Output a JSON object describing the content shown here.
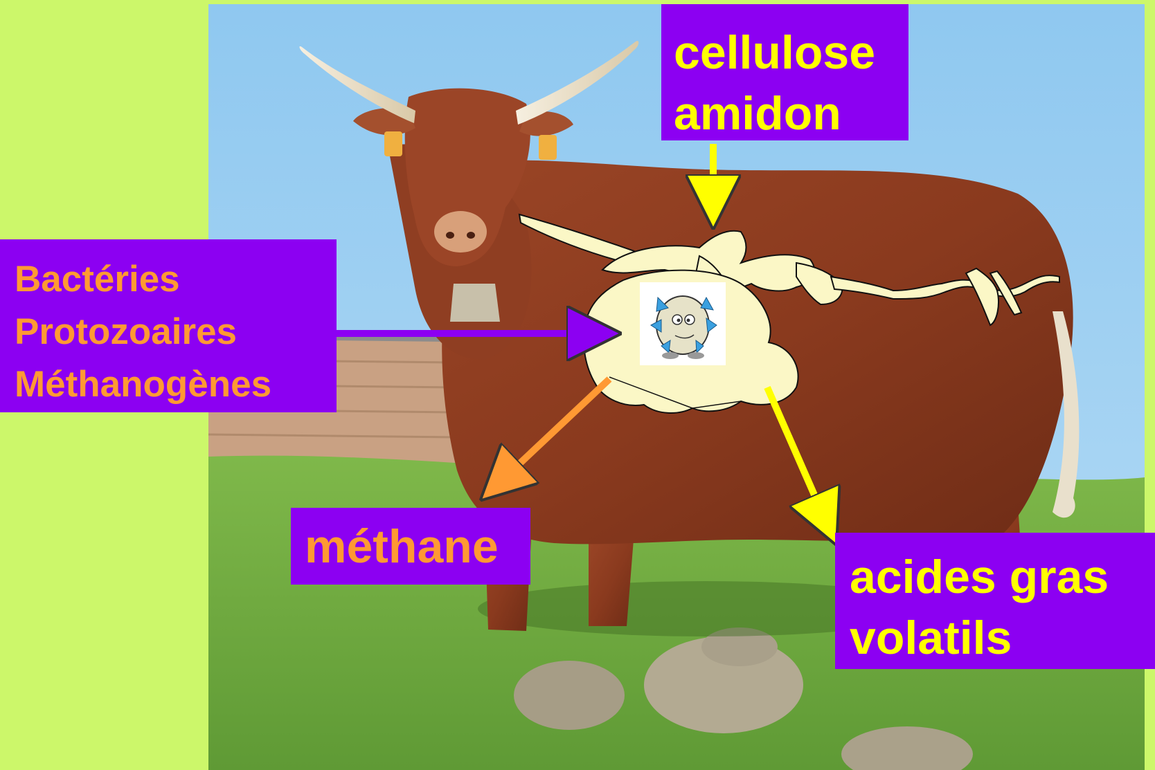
{
  "labels": {
    "substrates": {
      "lines": [
        "cellulose",
        "amidon"
      ],
      "text_color": "#ffff00"
    },
    "microbes": {
      "lines": [
        "Bactéries",
        "Protozoaires",
        "Méthanogènes"
      ],
      "text_color": "#ff9933"
    },
    "methane": {
      "lines": [
        "méthane"
      ],
      "text_color": "#ff9933"
    },
    "agv": {
      "lines": [
        "acides gras",
        "volatils"
      ],
      "text_color": "#ffff00"
    }
  },
  "colors": {
    "background": "#ccf76a",
    "label_box": "#8c00f2",
    "arrow_yellow": "#ffff00",
    "arrow_orange": "#ff9933",
    "arrow_purple": "#8c00f2",
    "digestive_tract": "#fbf7c6"
  },
  "photo": {
    "subject": "brown cow standing on grassy slope under blue sky"
  }
}
